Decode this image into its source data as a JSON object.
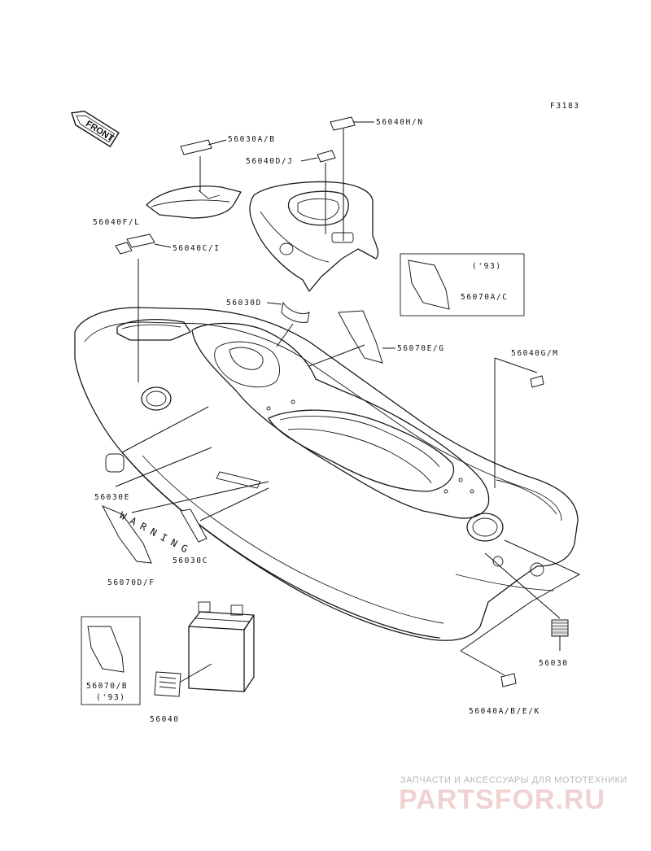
{
  "figure_code": "F3183",
  "front_arrow_label": "FRONT",
  "labels": {
    "p_56030AB": "56030A/B",
    "p_56040HN": "56040H/N",
    "p_56040DJ": "56040D/J",
    "p_56040FL": "56040F/L",
    "p_56040CI": "56040C/I",
    "p_56030D": "56030D",
    "p_56070AC": "56070A/C",
    "p_56070AC_year": "('93)",
    "p_56070EG": "56070E/G",
    "p_56040GM": "56040G/M",
    "p_56030E": "56030E",
    "p_56030C": "56030C",
    "p_56070DF": "56070D/F",
    "p_56070B": "56070/B",
    "p_56070B_year": "('93)",
    "p_56040": "56040",
    "p_56030": "56030",
    "p_56040ABEK": "56040A/B/E/K"
  },
  "warning_text": "WARNING",
  "watermark": {
    "caption": "ЗАПЧАСТИ И АКСЕССУАРЫ ДЛЯ МОТОТЕХНИКИ",
    "brand": "PARTSFOR.RU"
  },
  "colors": {
    "line": "#1a1a1a",
    "watermark_caption": "#b9b9b9",
    "watermark_brand": "#f1d2d2"
  }
}
